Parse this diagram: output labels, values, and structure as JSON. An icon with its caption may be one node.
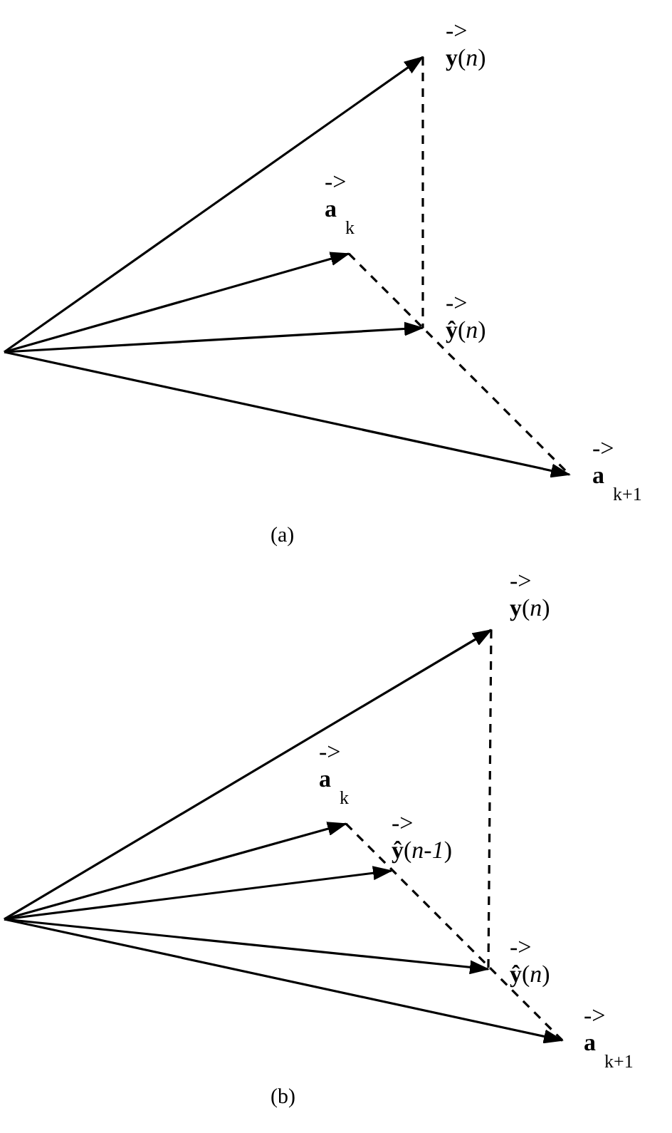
{
  "diagram": {
    "nodes": [
      {
        "text": [
          "->",
          "**y**(*n*)"
        ]
      },
      {
        "text": [
          "->",
          "**a**$_{k}$"
        ]
      },
      {
        "text": [
          "->",
          "**ŷ**(*n*)"
        ]
      },
      {
        "text": [
          "->",
          "**a**$_{k+1}$"
        ]
      },
      {
        "text": [
          "->",
          "**y**(*n*)"
        ]
      },
      {
        "text": [
          "->",
          "**a**$_{k}$"
        ]
      },
      {
        "text": [
          "->",
          "**ŷ**(*n-1*)"
        ]
      },
      {
        "text": [
          "->",
          "**ŷ**(*n*)"
        ]
      },
      {
        "text": [
          "->",
          "**a**$_{k+1}$"
        ]
      }
    ],
    "edges": [
      {
        "from": null,
        "to": 0,
        "arrow": "to"
      },
      {
        "from": null,
        "to": 1,
        "arrow": "to"
      },
      {
        "from": null,
        "to": 2,
        "arrow": "to"
      },
      {
        "from": null,
        "to": 3,
        "arrow": "to"
      },
      {
        "from": 0,
        "to": 2,
        "arrow": "none",
        "style": "dashed"
      },
      {
        "from": 1,
        "to": 3,
        "arrow": "none",
        "style": "dashed"
      },
      {
        "from": null,
        "to": 4,
        "arrow": "to"
      },
      {
        "from": null,
        "to": 5,
        "arrow": "to"
      },
      {
        "from": null,
        "to": 6,
        "arrow": "to"
      },
      {
        "from": null,
        "to": 7,
        "arrow": "to"
      },
      {
        "from": null,
        "to": 8,
        "arrow": "to"
      },
      {
        "from": 4,
        "to": 7,
        "arrow": "none",
        "style": "dashed"
      },
      {
        "from": 5,
        "to": 8,
        "arrow": "none",
        "style": "dashed"
      }
    ],
    "labels": [
      "(a)",
      "(b)"
    ]
  }
}
